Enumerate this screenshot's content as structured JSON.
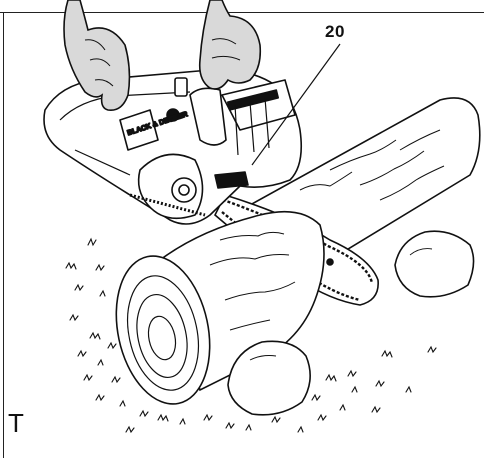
{
  "figure": {
    "callout_number": "20",
    "panel_letter": "T",
    "brand_text": "BLACK & DECKER",
    "line_color": "#111111",
    "glove_color": "#d9d9d9",
    "background": "#ffffff"
  }
}
